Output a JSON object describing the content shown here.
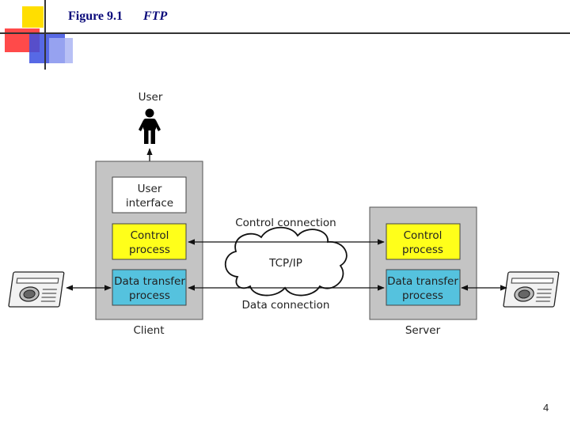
{
  "slide": {
    "figure_label": "Figure 9.1",
    "figure_name": "FTP",
    "page_number": "4"
  },
  "diagram": {
    "user_label": "User",
    "client": {
      "label": "Client",
      "user_interface": [
        "User",
        "interface"
      ],
      "control_process": [
        "Control",
        "process"
      ],
      "data_transfer_process": [
        "Data transfer",
        "process"
      ]
    },
    "server": {
      "label": "Server",
      "control_process": [
        "Control",
        "process"
      ],
      "data_transfer_process": [
        "Data transfer",
        "process"
      ]
    },
    "network_label": "TCP/IP",
    "control_connection_label": "Control connection",
    "data_connection_label": "Data connection",
    "icons": [
      "person-icon",
      "disk-drive-icon"
    ],
    "colors": {
      "control": "#ffff1a",
      "data": "#55c2de",
      "panel": "#c4c4c4",
      "ui_box": "#ffffff"
    }
  }
}
